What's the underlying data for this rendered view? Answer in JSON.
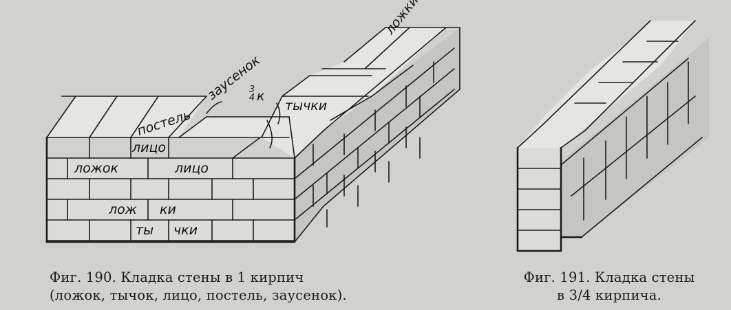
{
  "figure190": {
    "labels": {
      "lozhki_top": "ложки",
      "zausenok": "заусенок",
      "postel": "постель",
      "three_quarter": "3/4 к",
      "three_quarter_num": "3",
      "three_quarter_den": "4",
      "three_quarter_unit": "к",
      "tychki_top": "тычки",
      "litso_small": "лицо",
      "lozhok": "ложок",
      "litso": "лицо",
      "lozh": "лож",
      "ki": "ки",
      "ty": "ты",
      "chki": "чки"
    },
    "caption_line1": "Фиг. 190. Кладка стены в 1 кирпич",
    "caption_line2": "(ложок, тычок, лицо, постель, заусенок)."
  },
  "figure191": {
    "caption_line1": "Фиг. 191. Кладка стены",
    "caption_line2": "в 3/4 кирпича."
  }
}
